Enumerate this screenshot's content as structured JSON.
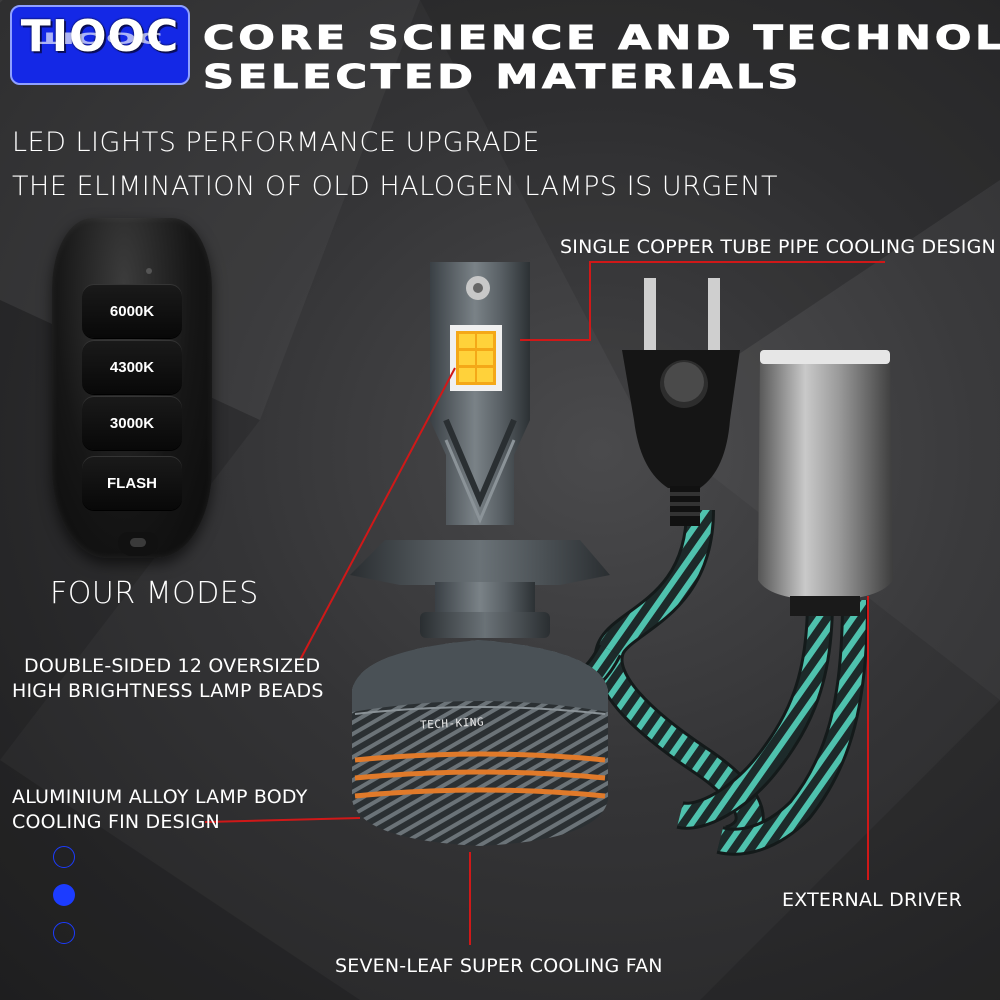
{
  "logo": {
    "text": "TIOOC"
  },
  "headline": {
    "line1": "CORE SCIENCE AND TECHNOLOGY",
    "line2": "SELECTED MATERIALS"
  },
  "intro": {
    "line1": "LED LIGHTS PERFORMANCE UPGRADE",
    "line2": "THE ELIMINATION OF OLD HALOGEN LAMPS IS URGENT"
  },
  "remote": {
    "buttons": [
      "6000K",
      "4300K",
      "3000K",
      "FLASH"
    ],
    "caption": "FOUR MODES"
  },
  "callouts": {
    "copper_tube": "SINGLE COPPER TUBE PIPE COOLING DESIGN",
    "lamp_beads_1": "DOUBLE-SIDED 12 OVERSIZED",
    "lamp_beads_2": "HIGH BRIGHTNESS LAMP BEADS",
    "alloy_1": "ALUMINIUM ALLOY LAMP BODY",
    "alloy_2": "COOLING FIN DESIGN",
    "driver": "EXTERNAL DRIVER",
    "fan": "SEVEN-LEAF SUPER COOLING FAN"
  },
  "product": {
    "brand_mark": "TECH-KING"
  },
  "colors": {
    "accent_blue": "#1428e6",
    "leader_red": "#d01818",
    "orange_ring": "#e07a2a",
    "cable_teal": "#4fc2ae"
  },
  "pagination": {
    "count": 3,
    "active_index": 1
  }
}
